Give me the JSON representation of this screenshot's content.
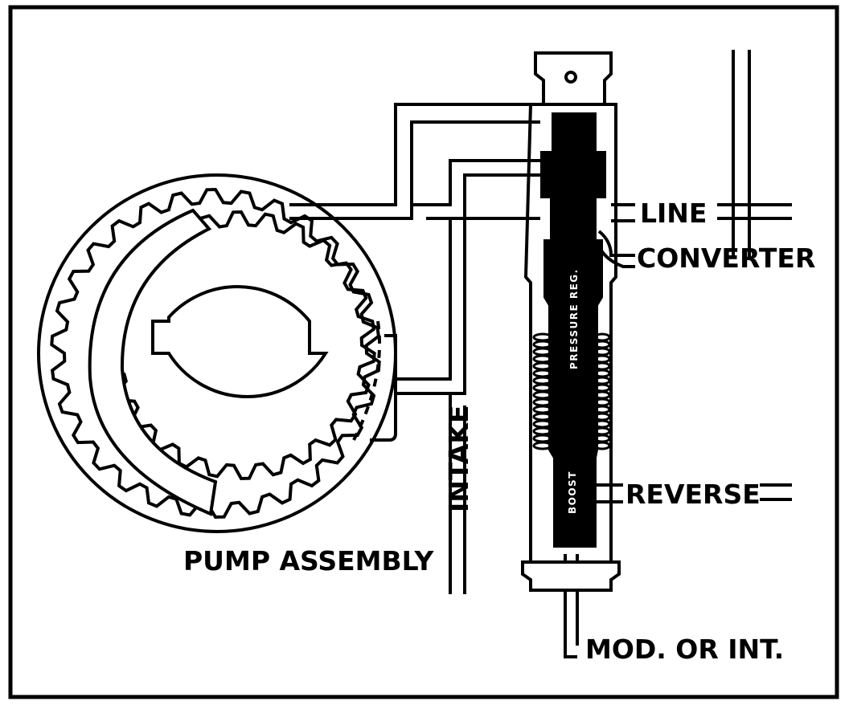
{
  "labels": {
    "line": "LINE",
    "converter": "CONVERTER",
    "reverse": "REVERSE",
    "mod_or_int": "MOD. OR INT.",
    "intake": "INTAKE",
    "pump_assembly": "PUMP ASSEMBLY",
    "pressure_reg": "PRESSURE REG.",
    "boost": "BOOST"
  },
  "colors": {
    "ink": "#000000",
    "paper": "#ffffff"
  }
}
